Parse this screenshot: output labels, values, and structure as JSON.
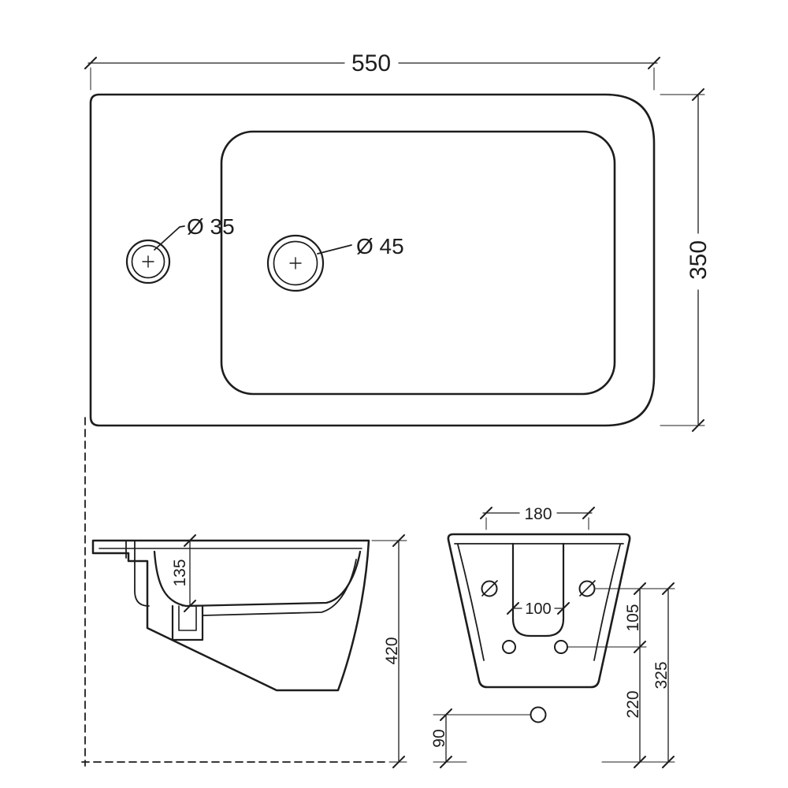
{
  "drawing": {
    "line_color": "#1d1d1d",
    "background_color": "#ffffff"
  },
  "top_view": {
    "dim_width": "550",
    "dim_depth": "350",
    "hole_small_label": "Ø 35",
    "hole_large_label": "Ø 45"
  },
  "side_view": {
    "dim_basin_depth": "135",
    "dim_total_height": "420"
  },
  "rear_view": {
    "dim_top_width": "180",
    "dim_channel_width": "100",
    "dim_bolt_to_holes": "105",
    "dim_holes_to_floor": "220",
    "dim_bolt_to_floor": "325",
    "dim_outlet_height": "90"
  }
}
